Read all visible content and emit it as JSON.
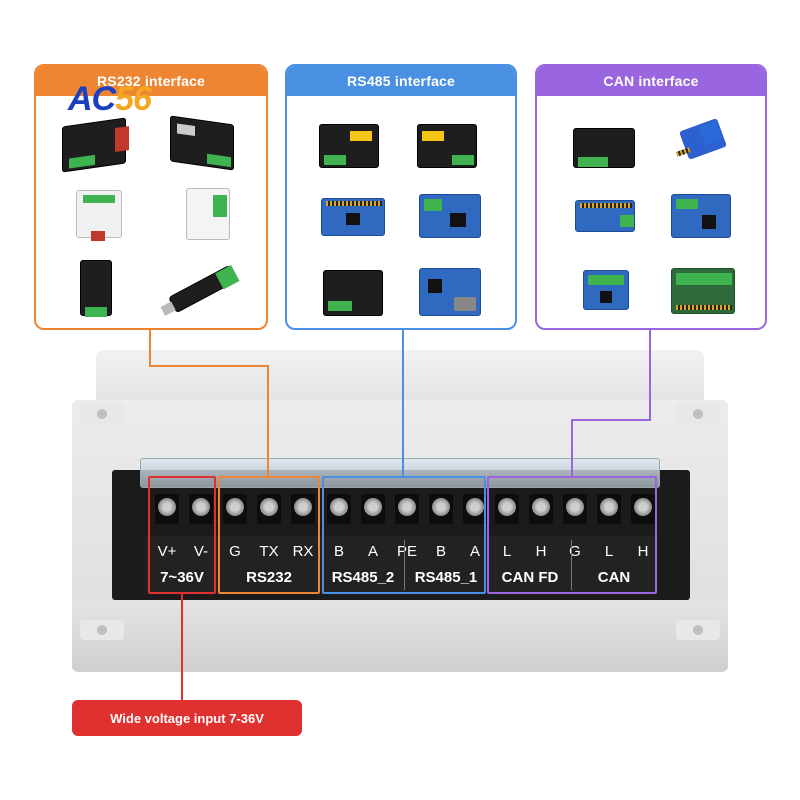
{
  "logo": {
    "text_main": "AC",
    "text_accent": "56"
  },
  "panels": {
    "rs232": {
      "title": "RS232 interface",
      "color": "#ee8533"
    },
    "rs485": {
      "title": "RS485 interface",
      "color": "#4a90e2"
    },
    "can": {
      "title": "CAN interface",
      "color": "#9a66e0"
    }
  },
  "terminal": {
    "pins": [
      "V+",
      "V-",
      "G",
      "TX",
      "RX",
      "B",
      "A",
      "PE",
      "B",
      "A",
      "L",
      "H",
      "G",
      "L",
      "H"
    ],
    "groups": [
      "7~36V",
      "RS232",
      "RS485_2",
      "RS485_1",
      "CAN FD",
      "CAN"
    ]
  },
  "callout": {
    "text": "Wide voltage input 7-36V",
    "color": "#e03131"
  }
}
